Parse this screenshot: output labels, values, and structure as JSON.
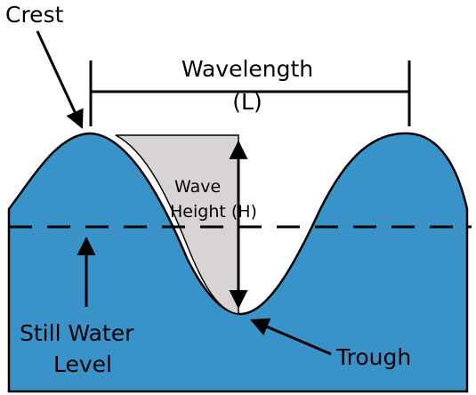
{
  "labels": {
    "crest": "Crest",
    "wavelength_line1": "Wavelength",
    "wavelength_line2": "(L)",
    "wave_height_line1": "Wave",
    "wave_height_line2": "Height (H)",
    "still_water_line1": "Still Water",
    "still_water_line2": "Level",
    "trough": "Trough"
  },
  "colors": {
    "water": "#3a93c8",
    "wave_height_region": "#d8d4d4",
    "ink": "#000000",
    "background": "#ffffff"
  }
}
